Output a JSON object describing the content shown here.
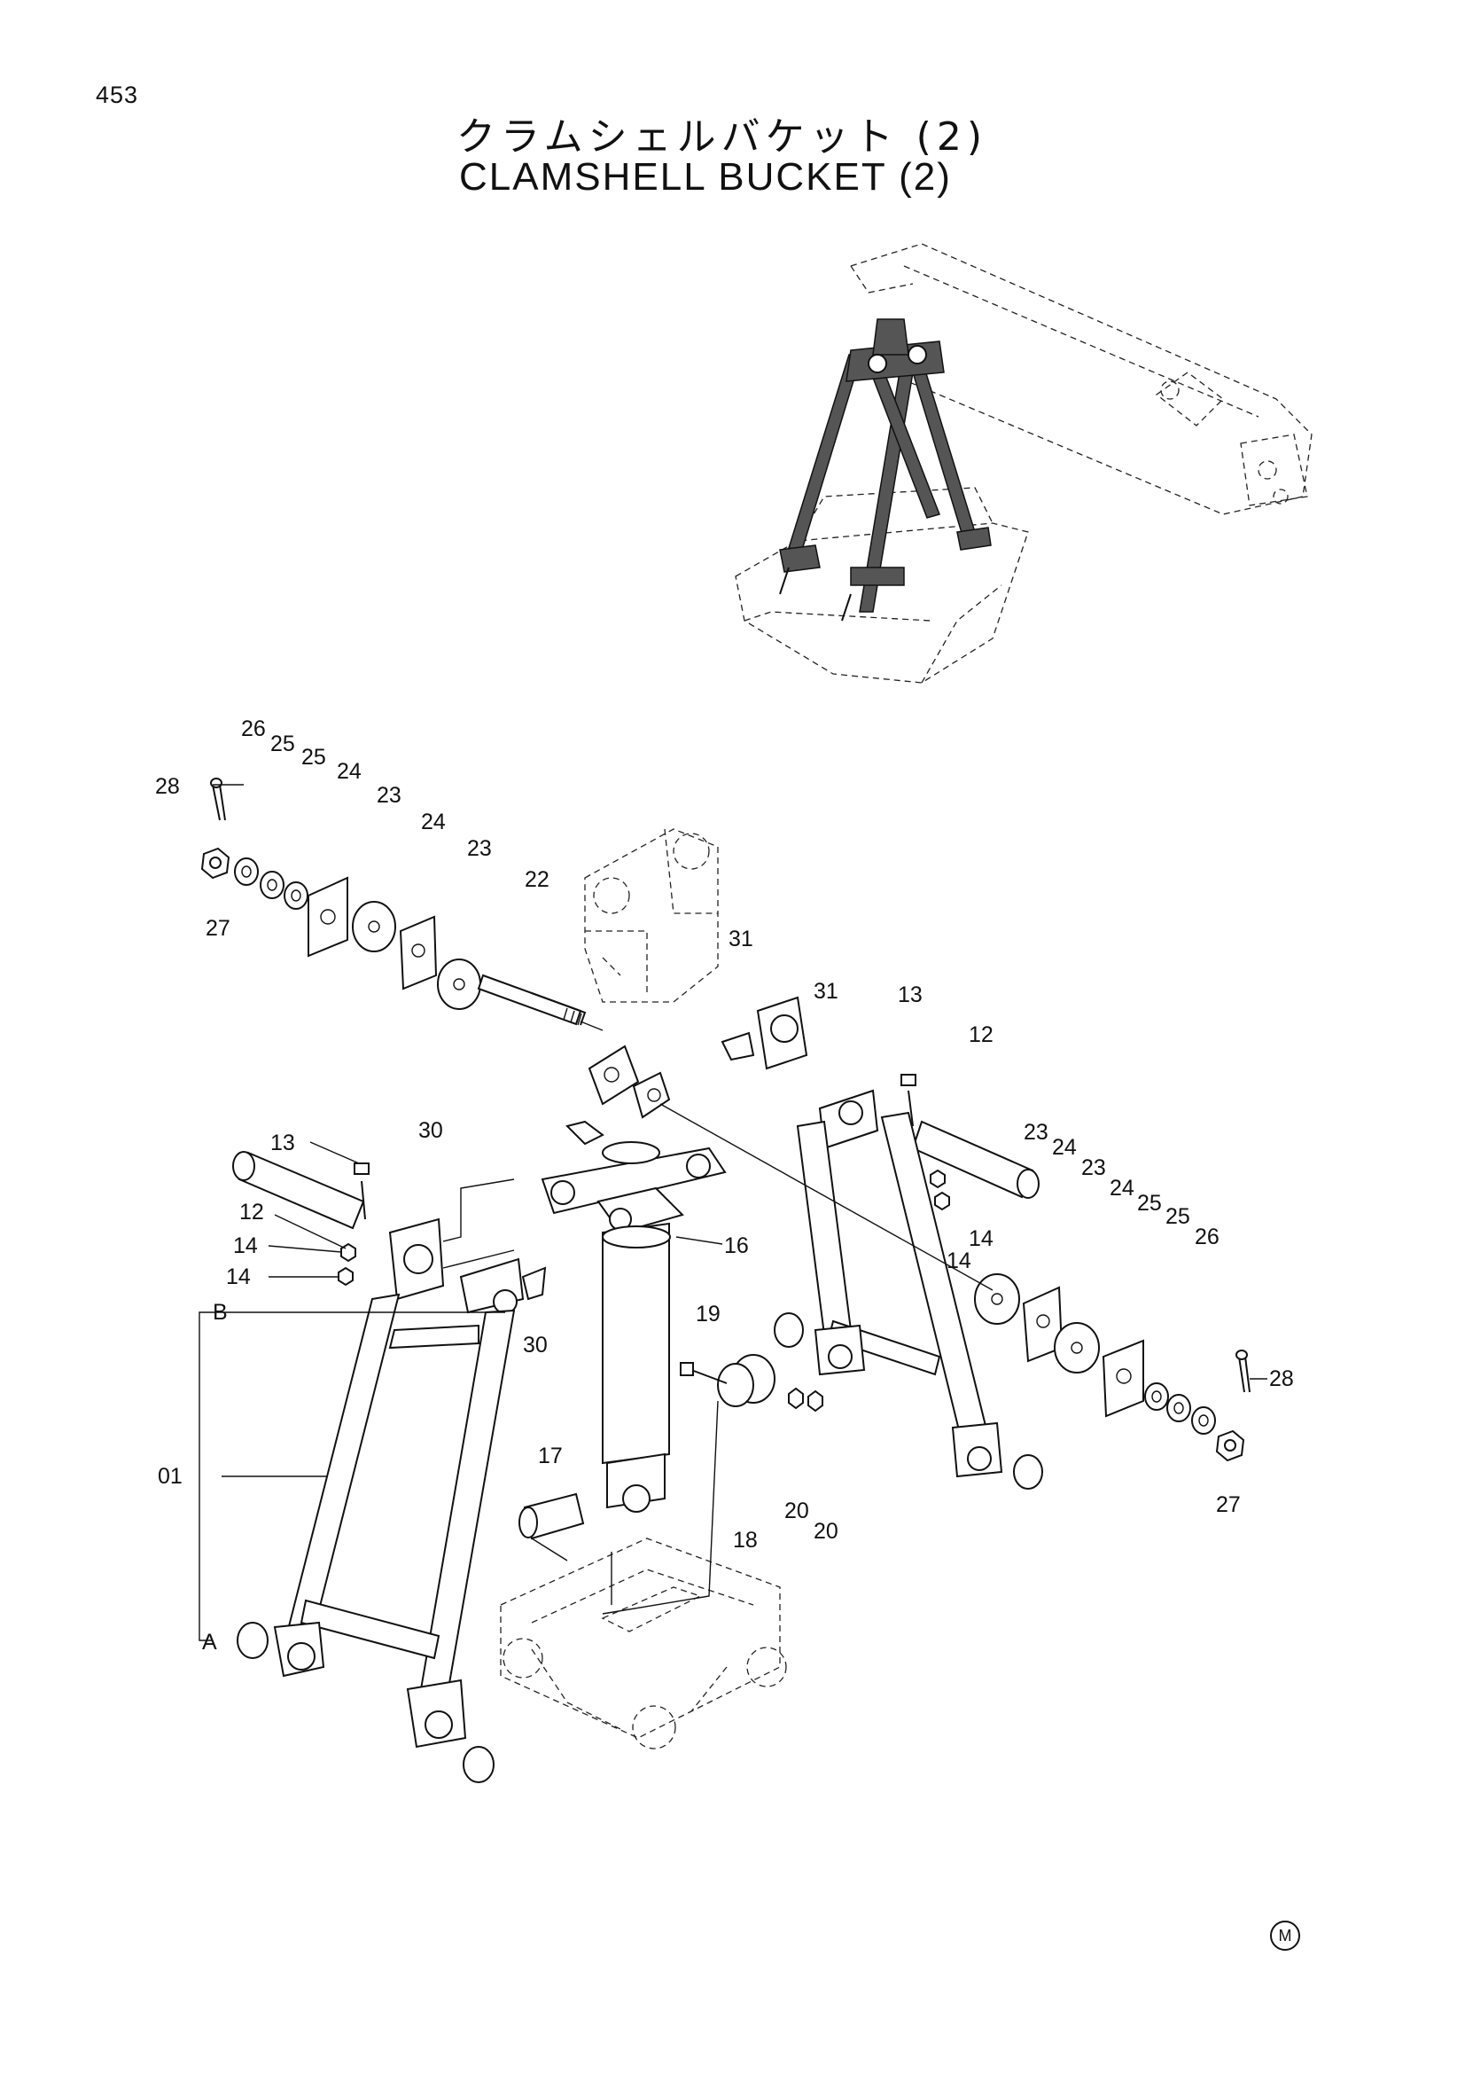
{
  "page_number": "453",
  "title_jp": "クラムシェルバケット (2)",
  "title_en": "CLAMSHELL BUCKET (2)",
  "corner_mark": "M",
  "callouts": {
    "c26a": "26",
    "c25a": "25",
    "c25b": "25",
    "c24a": "24",
    "c28a": "28",
    "c23a": "23",
    "c24b": "24",
    "c23b": "23",
    "c27a": "27",
    "c22": "22",
    "c31a": "31",
    "c31b": "31",
    "c13a": "13",
    "c12a": "12",
    "c30a": "30",
    "c13b": "13",
    "c12b": "12",
    "c14a": "14",
    "c14b": "14",
    "c16": "16",
    "c14c": "14",
    "c14d": "14",
    "c23c": "23",
    "c24c": "24",
    "c23d": "23",
    "c24d": "24",
    "c25c": "25",
    "c25d": "25",
    "c26b": "26",
    "c28b": "28",
    "c27b": "27",
    "cB": "B",
    "c30b": "30",
    "c19": "19",
    "c01": "01",
    "c17": "17",
    "c18": "18",
    "c20a": "20",
    "c20b": "20",
    "cA": "A"
  }
}
